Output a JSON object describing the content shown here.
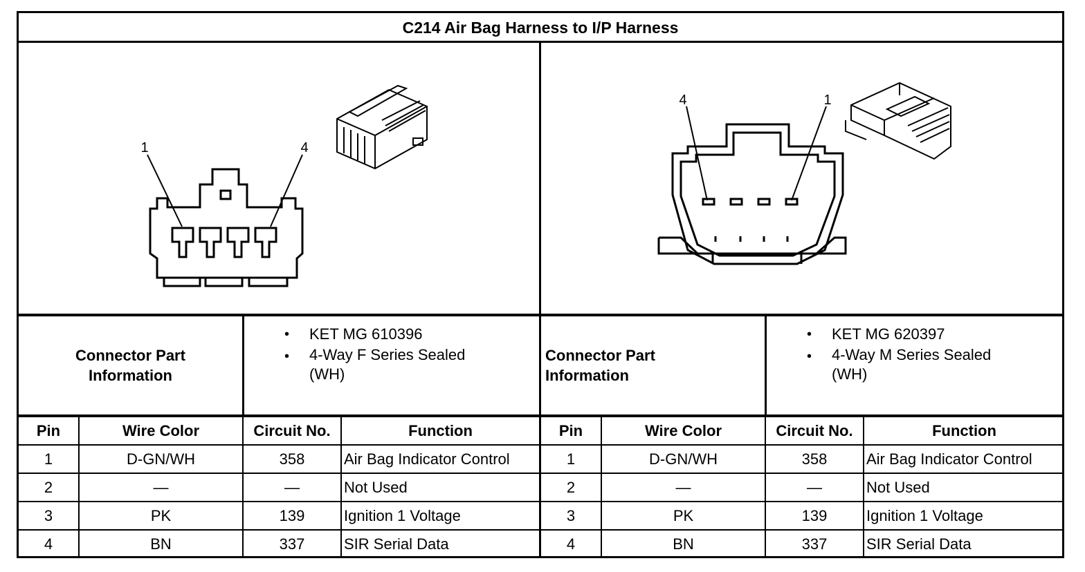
{
  "title": "C214 Air Bag Harness to I/P Harness",
  "left": {
    "callouts": [
      "1",
      "4"
    ],
    "info_label": [
      "Connector Part",
      "Information"
    ],
    "info_items": [
      "KET MG 610396",
      "4-Way F Series Sealed",
      "(WH)"
    ],
    "headers": [
      "Pin",
      "Wire Color",
      "Circuit No.",
      "Function"
    ],
    "rows": [
      [
        "1",
        "D-GN/WH",
        "358",
        "Air Bag Indicator Control"
      ],
      [
        "2",
        "—",
        "—",
        "Not Used"
      ],
      [
        "3",
        "PK",
        "139",
        "Ignition 1 Voltage"
      ],
      [
        "4",
        "BN",
        "337",
        "SIR Serial Data"
      ]
    ]
  },
  "right": {
    "callouts": [
      "4",
      "1"
    ],
    "info_label": [
      "Connector Part",
      "Information"
    ],
    "info_items": [
      "KET MG 620397",
      "4-Way M Series Sealed",
      "(WH)"
    ],
    "headers": [
      "Pin",
      "Wire Color",
      "Circuit No.",
      "Function"
    ],
    "rows": [
      [
        "1",
        "D-GN/WH",
        "358",
        "Air Bag Indicator Control"
      ],
      [
        "2",
        "—",
        "—",
        "Not Used"
      ],
      [
        "3",
        "PK",
        "139",
        "Ignition 1 Voltage"
      ],
      [
        "4",
        "BN",
        "337",
        "SIR Serial Data"
      ]
    ]
  }
}
